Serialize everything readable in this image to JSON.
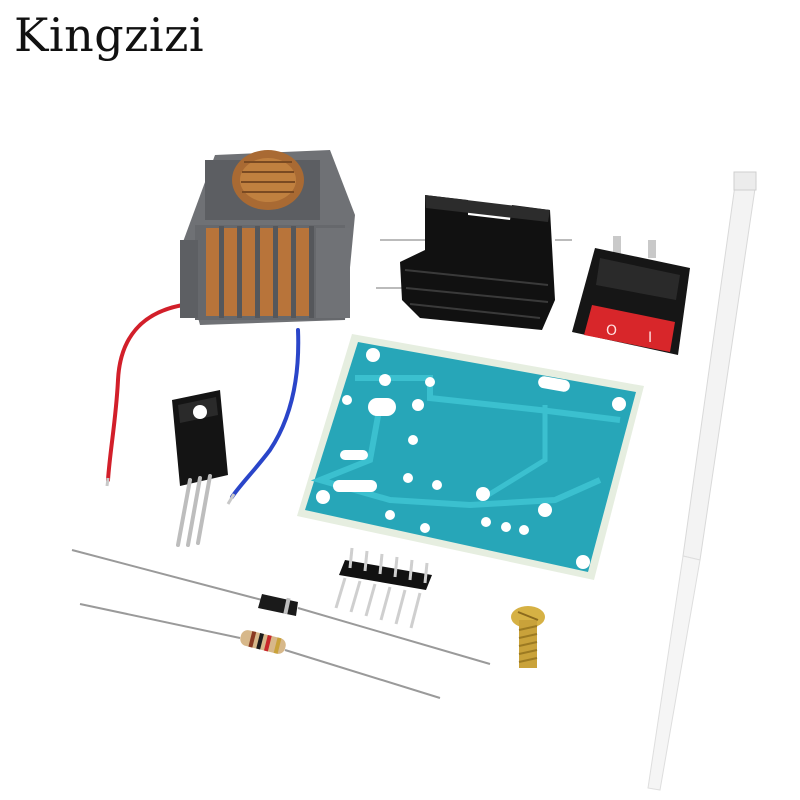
{
  "brand": {
    "text": "Kingzizi"
  },
  "switch": {
    "label_off": "O",
    "label_on": "I"
  },
  "colors": {
    "pcb": "#27a6b8",
    "pcb_edge": "#e8efe2",
    "copper": "#b8743a",
    "transformer_body": "#6f7175",
    "heatsink": "#111111",
    "switch_body": "#161616",
    "switch_rocker": "#d8262a",
    "wire_red": "#d21f2a",
    "wire_blue": "#2a45c9",
    "screw": "#c9a23a"
  },
  "components": [
    {
      "name": "flyback-transformer"
    },
    {
      "name": "heatsink"
    },
    {
      "name": "rocker-switch"
    },
    {
      "name": "printed-circuit-board"
    },
    {
      "name": "power-transistor"
    },
    {
      "name": "diode"
    },
    {
      "name": "resistor"
    },
    {
      "name": "pin-header"
    },
    {
      "name": "screw"
    },
    {
      "name": "cable-tie"
    }
  ]
}
